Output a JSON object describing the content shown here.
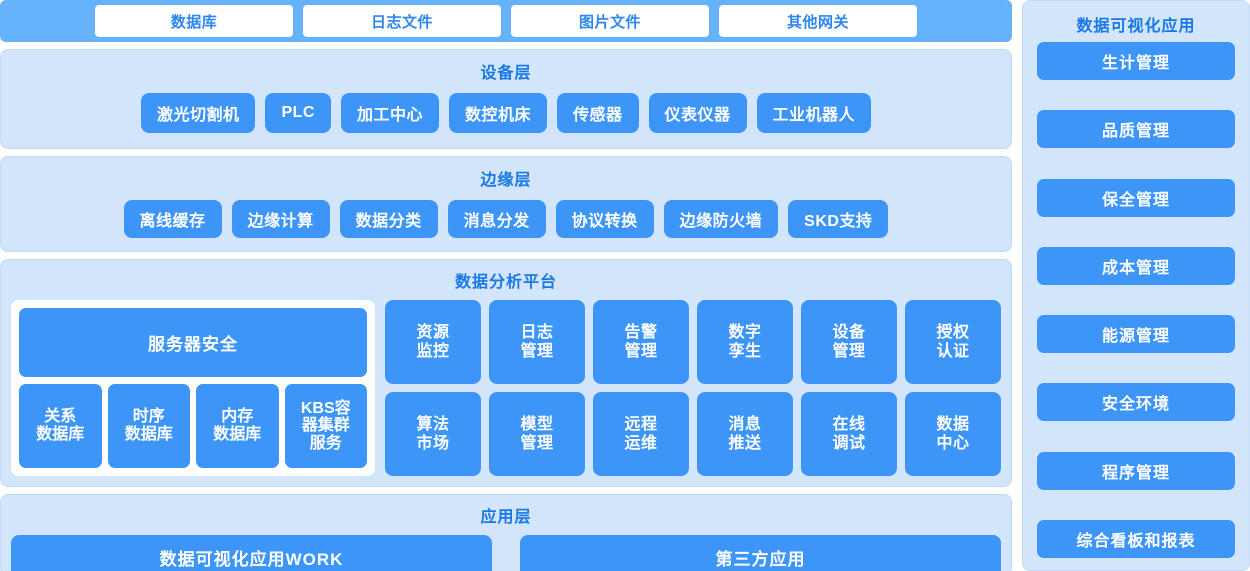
{
  "gateway_bar": {
    "items": [
      {
        "label": "数据库"
      },
      {
        "label": "日志文件"
      },
      {
        "label": "图片文件"
      },
      {
        "label": "其他网关"
      }
    ]
  },
  "device_layer": {
    "title": "设备层",
    "items": [
      {
        "label": "激光切割机"
      },
      {
        "label": "PLC"
      },
      {
        "label": "加工中心"
      },
      {
        "label": "数控机床"
      },
      {
        "label": "传感器"
      },
      {
        "label": "仪表仪器"
      },
      {
        "label": "工业机器人"
      }
    ]
  },
  "edge_layer": {
    "title": "边缘层",
    "items": [
      {
        "label": "离线缓存"
      },
      {
        "label": "边缘计算"
      },
      {
        "label": "数据分类"
      },
      {
        "label": "消息分发"
      },
      {
        "label": "协议转换"
      },
      {
        "label": "边缘防火墙"
      },
      {
        "label": "SKD支持"
      }
    ]
  },
  "platform_layer": {
    "title": "数据分析平台",
    "server_security": "服务器安全",
    "databases": [
      {
        "line1": "关系",
        "line2": "数据库"
      },
      {
        "line1": "时序",
        "line2": "数据库"
      },
      {
        "line1": "内存",
        "line2": "数据库"
      },
      {
        "line1": "KBS容",
        "line2": "器集群",
        "line3": "服务"
      }
    ],
    "modules": [
      {
        "line1": "资源",
        "line2": "监控"
      },
      {
        "line1": "日志",
        "line2": "管理"
      },
      {
        "line1": "告警",
        "line2": "管理"
      },
      {
        "line1": "数字",
        "line2": "孪生"
      },
      {
        "line1": "设备",
        "line2": "管理"
      },
      {
        "line1": "授权",
        "line2": "认证"
      },
      {
        "line1": "算法",
        "line2": "市场"
      },
      {
        "line1": "模型",
        "line2": "管理"
      },
      {
        "line1": "远程",
        "line2": "运维"
      },
      {
        "line1": "消息",
        "line2": "推送"
      },
      {
        "line1": "在线",
        "line2": "调试"
      },
      {
        "line1": "数据",
        "line2": "中心"
      }
    ]
  },
  "application_layer": {
    "title": "应用层",
    "items": [
      {
        "label": "数据可视化应用WORK"
      },
      {
        "label": "第三方应用"
      }
    ]
  },
  "sidebar": {
    "title": "数据可视化应用",
    "items": [
      {
        "label": "生计管理"
      },
      {
        "label": "品质管理"
      },
      {
        "label": "保全管理"
      },
      {
        "label": "成本管理"
      },
      {
        "label": "能源管理"
      },
      {
        "label": "安全环境"
      },
      {
        "label": "程序管理"
      },
      {
        "label": "综合看板和报表"
      }
    ]
  },
  "colors": {
    "tile_blue": "#3D95F7",
    "panel_bg": "#D3E5FB",
    "gateway_bar_bg": "#66B2FB",
    "title_blue": "#1878E6",
    "card_white": "#FFFFFF"
  }
}
